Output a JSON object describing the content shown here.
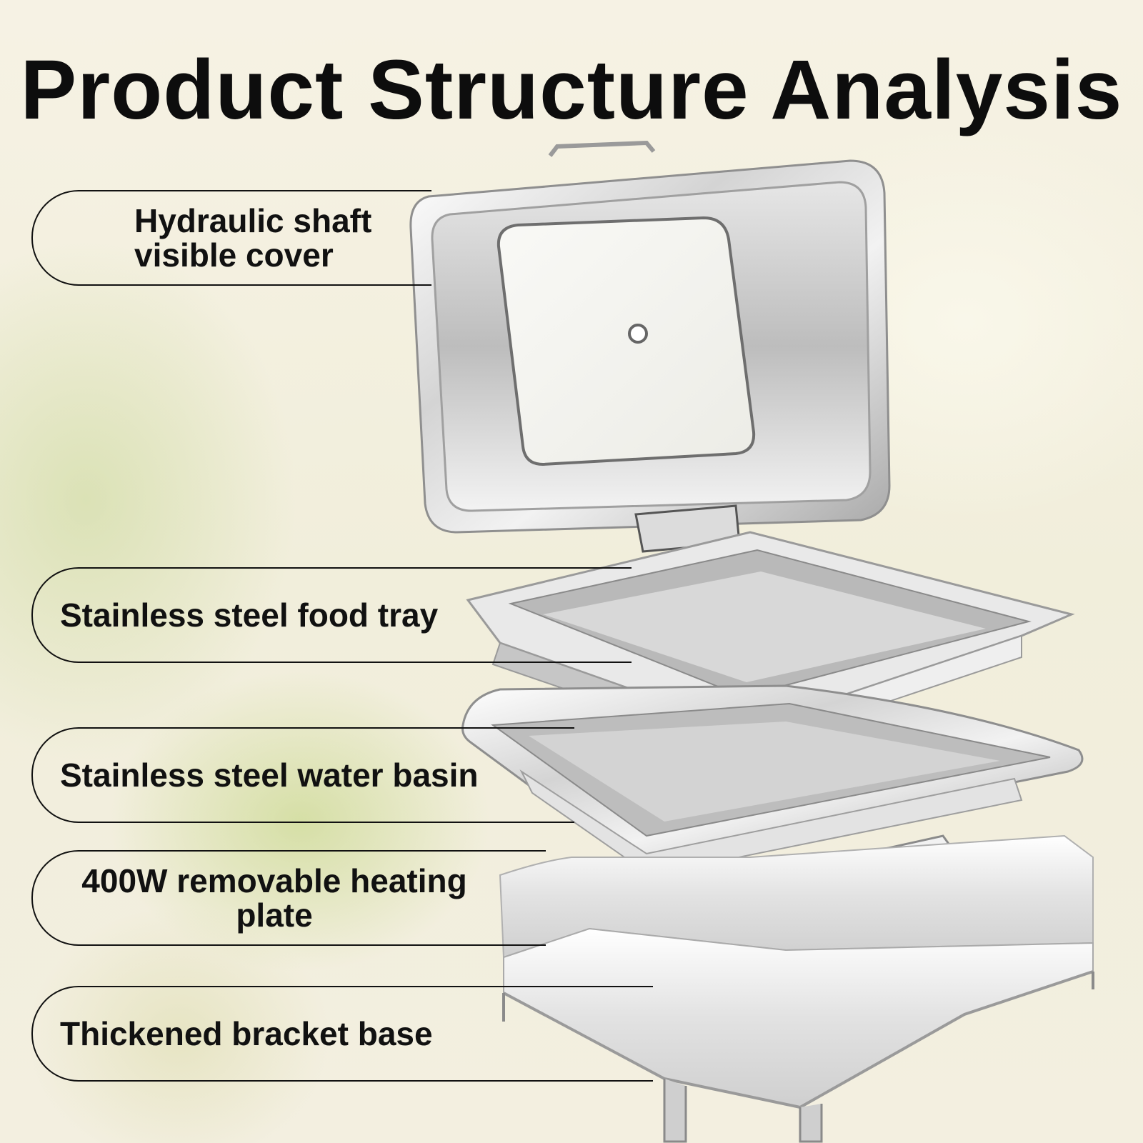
{
  "title": "Product Structure Analysis",
  "labels": {
    "cover_line1": "Hydraulic shaft",
    "cover_line2": "visible cover",
    "tray": "Stainless steel food tray",
    "basin": "Stainless steel water basin",
    "heating_line1": "400W removable heating",
    "heating_line2": "plate",
    "base": "Thickened bracket base"
  },
  "colors": {
    "text": "#111111",
    "steel_light": "#f4f4f4",
    "steel_mid": "#c9c9c9",
    "steel_dark": "#8c8c8c"
  }
}
